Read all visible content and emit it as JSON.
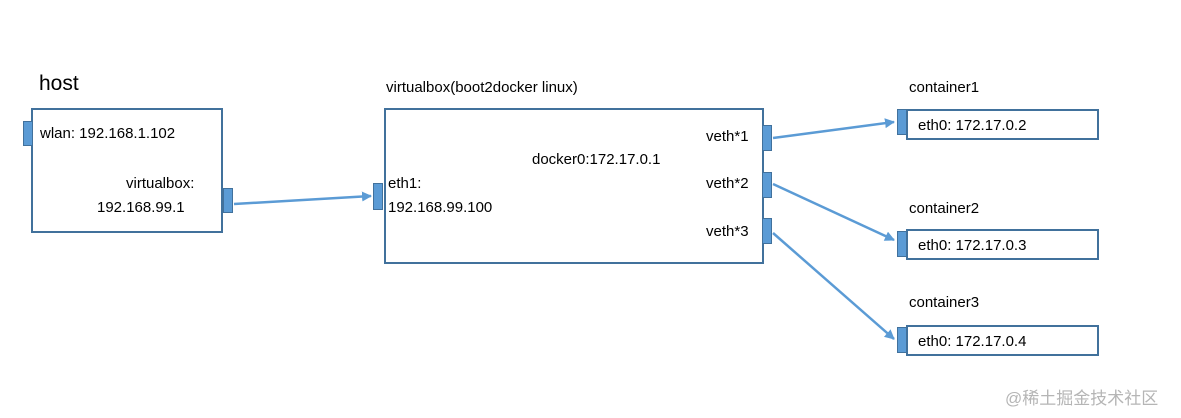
{
  "host": {
    "title": "host",
    "wlan": "wlan: 192.168.1.102",
    "virtualbox_label": "virtualbox:",
    "virtualbox_ip": "192.168.99.1"
  },
  "vm": {
    "title": "virtualbox(boot2docker linux)",
    "docker0": "docker0:172.17.0.1",
    "eth1_label": "eth1:",
    "eth1_ip": "192.168.99.100",
    "veth1": "veth*1",
    "veth2": "veth*2",
    "veth3": "veth*3"
  },
  "containers": [
    {
      "title": "container1",
      "eth": "eth0: 172.17.0.2"
    },
    {
      "title": "container2",
      "eth": "eth0: 172.17.0.3"
    },
    {
      "title": "container3",
      "eth": "eth0: 172.17.0.4"
    }
  ],
  "watermark": "@稀土掘金技术社区",
  "colors": {
    "border": "#41719c",
    "port_fill": "#5b9bd5",
    "arrow": "#5b9bd5"
  }
}
